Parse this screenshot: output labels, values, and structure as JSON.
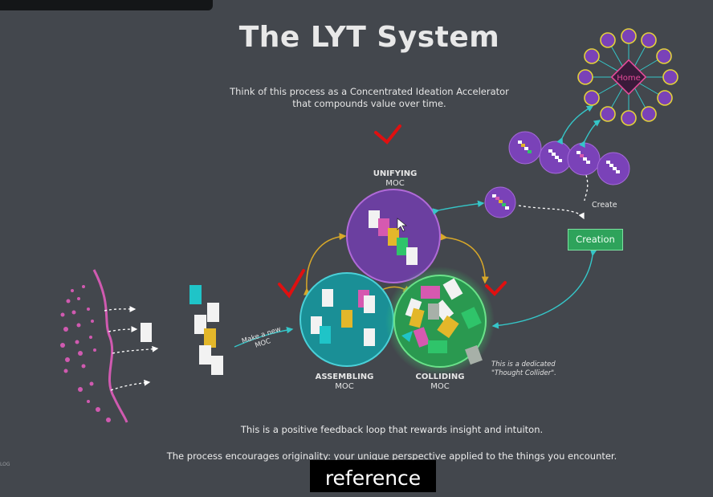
{
  "title": "The LYT System",
  "subtitle_line1": "Think of this process as a Concentrated Ideation Accelerator",
  "subtitle_line2": "that compounds value over time.",
  "unifying": {
    "name": "UNIFYING",
    "type": "MOC"
  },
  "assembling": {
    "name": "ASSEMBLING",
    "type": "MOC"
  },
  "colliding": {
    "name": "COLLIDING",
    "type": "MOC"
  },
  "make_new_line1": "Make a new",
  "make_new_line2": "MOC",
  "collider_note_line1": "This is a dedicated",
  "collider_note_line2": "\"Thought Collider\".",
  "home_label": "Home",
  "create_label": "Create",
  "creation_label": "Creation",
  "feedback_text": "This is a positive feedback loop that rewards insight and intuiton.",
  "originality_text": "The process encourages originality: your unique perspective applied to the things you encounter.",
  "caption": "reference",
  "corner_text": "LOG",
  "colors": {
    "background": "#43474d",
    "unifying": "#6b3fa0",
    "assembling": "#1a9aa0",
    "colliding": "#2fa05a",
    "creation": "#2ea35b",
    "home": "#e64b9a",
    "check": "#e01010"
  }
}
